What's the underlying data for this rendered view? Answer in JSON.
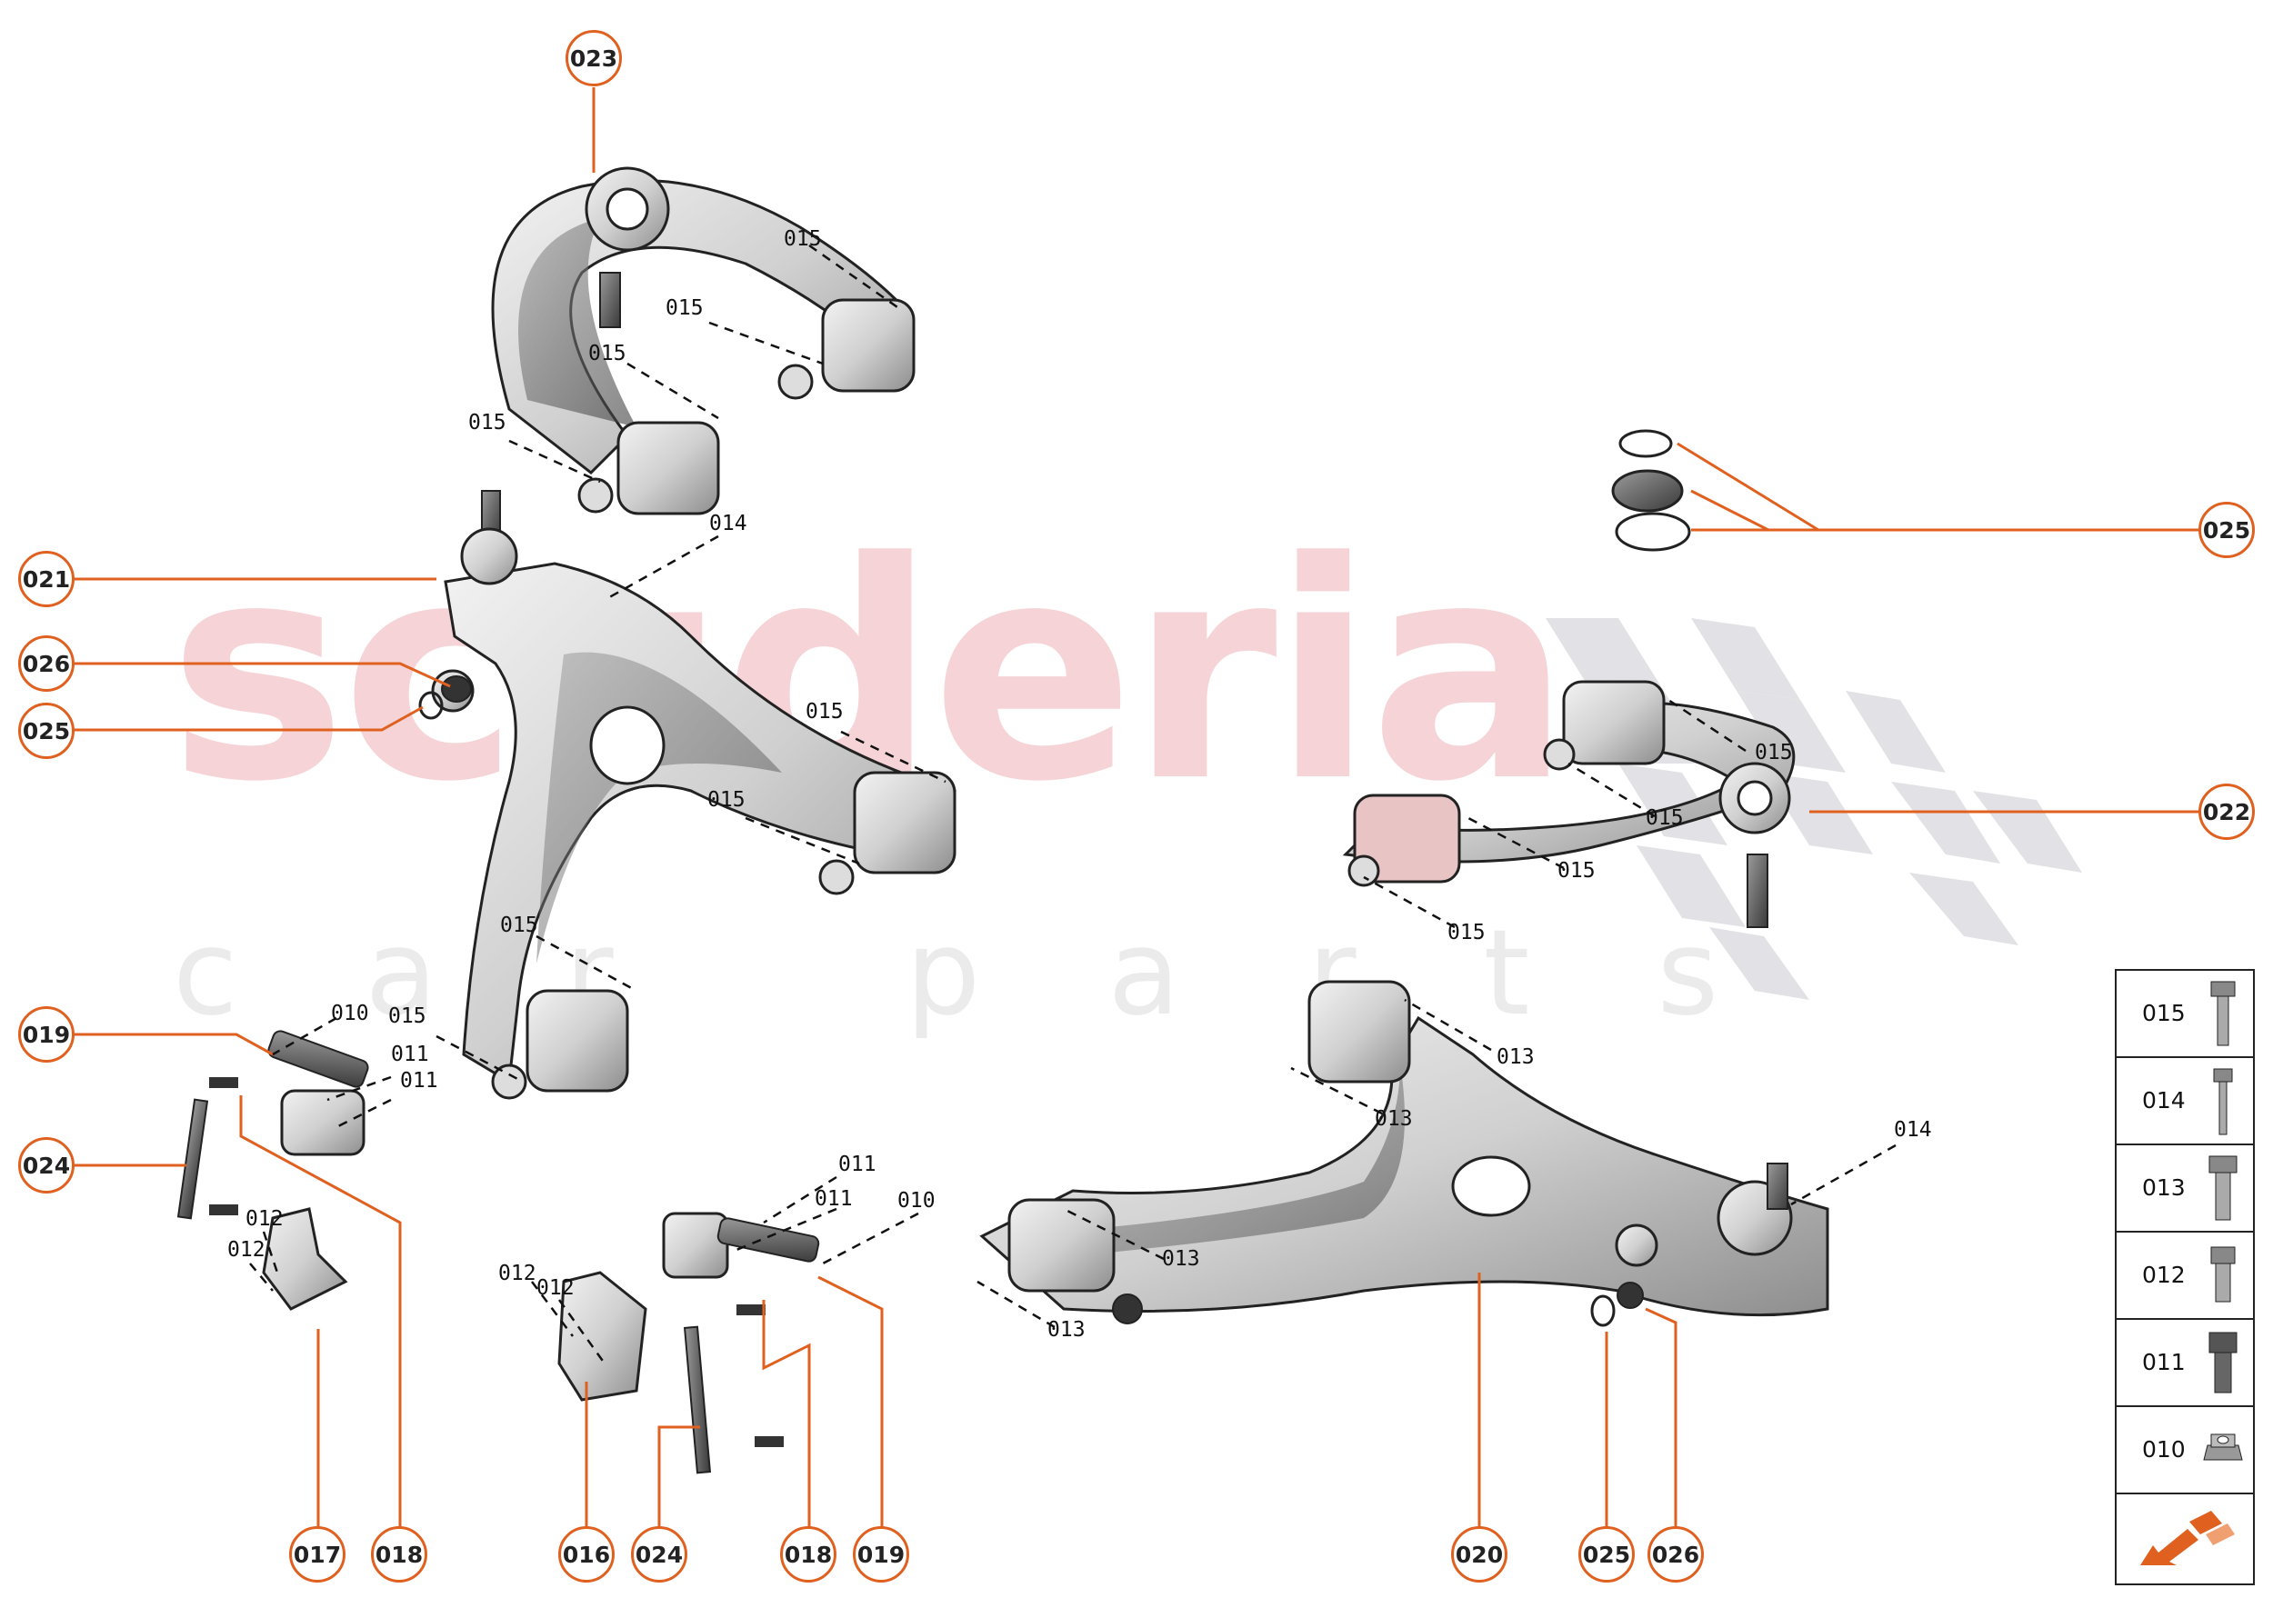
{
  "watermark": {
    "main": "scuderia",
    "sub": "car parts"
  },
  "callouts": [
    "023",
    "021",
    "026",
    "025",
    "019",
    "024",
    "025",
    "022",
    "017",
    "018",
    "016",
    "024",
    "018",
    "019",
    "020",
    "025",
    "026"
  ],
  "parts_table": {
    "rows": [
      "015",
      "014",
      "013",
      "012",
      "011",
      "010"
    ],
    "nav_arrow": "orange-arrow-icon"
  },
  "upper_left_labels": [
    "015",
    "015",
    "015",
    "015"
  ],
  "lower_left_labels": [
    "014",
    "015",
    "015",
    "015",
    "015"
  ],
  "sensor_left_labels": [
    "010",
    "011",
    "011",
    "012",
    "012"
  ],
  "sensor_center_labels": [
    "011",
    "011",
    "010",
    "012",
    "012"
  ],
  "right_upper_labels": [
    "015",
    "015",
    "015",
    "015"
  ],
  "right_lower_labels": [
    "013",
    "013",
    "013",
    "013",
    "014"
  ],
  "colors": {
    "accent": "#e0601f",
    "watermark_red": "#f6d3d6",
    "watermark_grey": "#ebebeb"
  }
}
